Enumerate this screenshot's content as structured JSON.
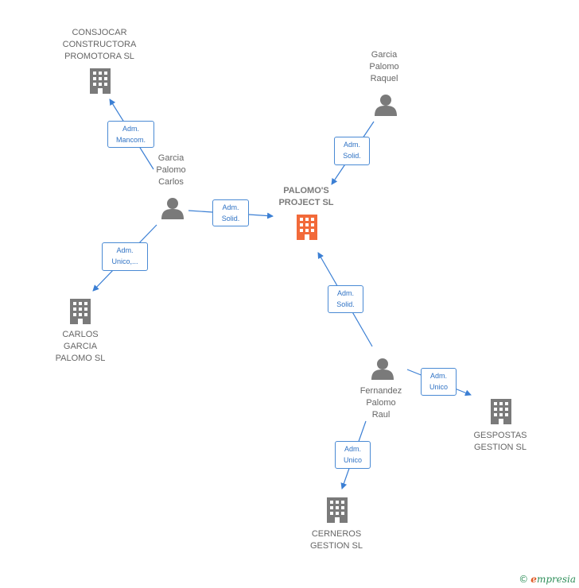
{
  "colors": {
    "edge": "#3b7fd4",
    "company_icon": "#7a7a7a",
    "person_icon": "#7a7a7a",
    "center_icon": "#f26a3a",
    "label": "#666666"
  },
  "nodes": {
    "consjocar": {
      "label": "CONSJOCAR\nCONSTRUCTORA\nPROMOTORA SL",
      "type": "company"
    },
    "garcia_palomo_raquel": {
      "label": "Garcia\nPalomo\nRaquel",
      "type": "person"
    },
    "garcia_palomo_carlos": {
      "label": "Garcia\nPalomo\nCarlos",
      "type": "person"
    },
    "palomos_project": {
      "label": "PALOMO'S\nPROJECT  SL",
      "type": "company-center"
    },
    "carlos_garcia_palomo": {
      "label": "CARLOS\nGARCIA\nPALOMO  SL",
      "type": "company"
    },
    "fernandez_palomo_raul": {
      "label": "Fernandez\nPalomo\nRaul",
      "type": "person"
    },
    "gespostas": {
      "label": "GESPOSTAS\nGESTION  SL",
      "type": "company"
    },
    "cerneros": {
      "label": "CERNEROS\nGESTION  SL",
      "type": "company"
    }
  },
  "edges": {
    "carlos_to_consjocar": "Adm.\nMancom.",
    "raquel_to_palomos": "Adm.\nSolid.",
    "carlos_to_palomos": "Adm.\nSolid.",
    "carlos_to_carlosgarcia": "Adm.\nUnico,...",
    "raul_to_palomos": "Adm.\nSolid.",
    "raul_to_gespostas": "Adm.\nUnico",
    "raul_to_cerneros": "Adm.\nUnico"
  },
  "brand": {
    "copyright": "©",
    "name_first": "e",
    "name_rest": "mpresia"
  }
}
